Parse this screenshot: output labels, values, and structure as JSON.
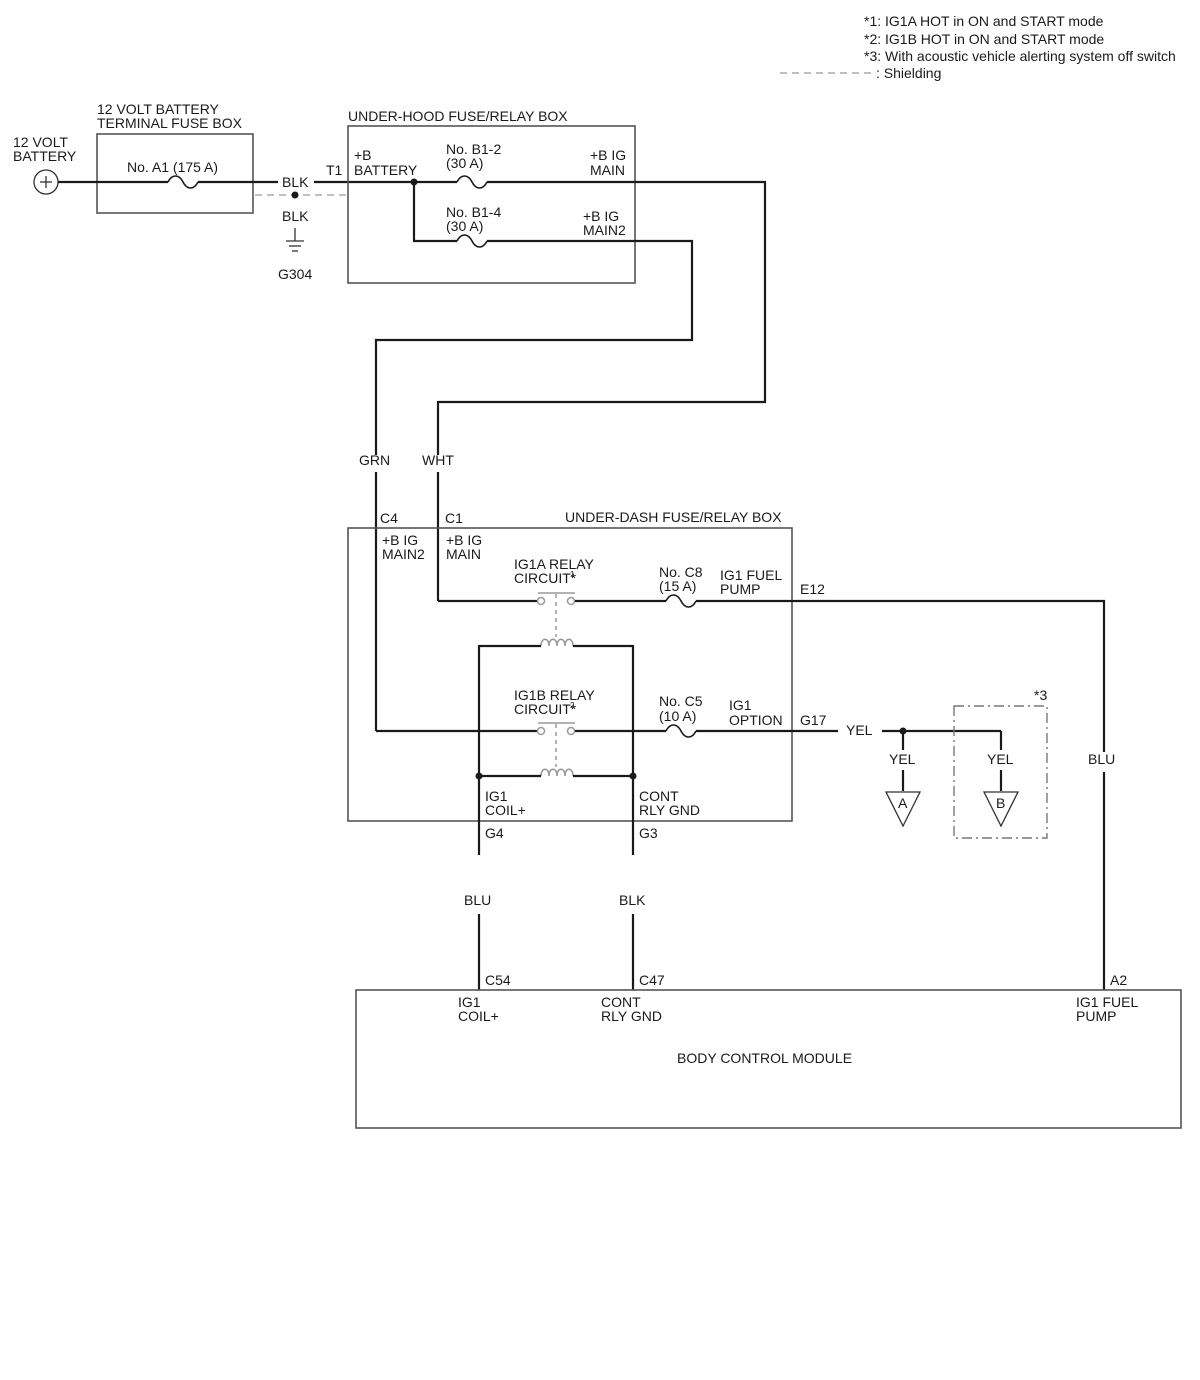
{
  "notes": {
    "n1": "*1: IG1A HOT in ON and START mode",
    "n2": "*2: IG1B HOT in ON and START mode",
    "n3": "*3: With acoustic vehicle alerting system off switch",
    "shielding": ": Shielding"
  },
  "battery": {
    "line1": "12 VOLT",
    "line2": "BATTERY"
  },
  "terminal_fuse_box": {
    "title1": "12 VOLT BATTERY",
    "title2": "TERMINAL FUSE BOX",
    "fuse": "No. A1 (175 A)"
  },
  "ground": {
    "wire_top": "BLK",
    "wire_drop": "BLK",
    "name": "G304"
  },
  "under_hood": {
    "title": "UNDER-HOOD FUSE/RELAY BOX",
    "terminal": "T1",
    "input1": "+B",
    "input2": "BATTERY",
    "fuse1_name": "No. B1-2",
    "fuse1_rating": "(30 A)",
    "out1_line1": "+B IG",
    "out1_line2": "MAIN",
    "fuse2_name": "No. B1-4",
    "fuse2_rating": "(30 A)",
    "out2_line1": "+B IG",
    "out2_line2": "MAIN2"
  },
  "wires": {
    "grn": "GRN",
    "wht": "WHT",
    "yel_main": "YEL",
    "yel_a": "YEL",
    "yel_b": "YEL",
    "blu_right": "BLU",
    "blu": "BLU",
    "blk": "BLK"
  },
  "under_dash": {
    "title": "UNDER-DASH FUSE/RELAY BOX",
    "c4": "C4",
    "c1": "C1",
    "in_main2_l1": "+B IG",
    "in_main2_l2": "MAIN2",
    "in_main_l1": "+B IG",
    "in_main_l2": "MAIN",
    "relay1_l1": "IG1A RELAY",
    "relay1_l2": "CIRCUIT*",
    "relay1_sup": "1",
    "fuse_c8_name": "No. C8",
    "fuse_c8_rating": "(15 A)",
    "out_fuel_l1": "IG1 FUEL",
    "out_fuel_l2": "PUMP",
    "e12": "E12",
    "relay2_l1": "IG1B RELAY",
    "relay2_l2": "CIRCUIT*",
    "relay2_sup": "2",
    "fuse_c5_name": "No. C5",
    "fuse_c5_rating": "(10 A)",
    "out_option_l1": "IG1",
    "out_option_l2": "OPTION",
    "g17": "G17",
    "coil_l1": "IG1",
    "coil_l2": "COIL+",
    "gnd_l1": "CONT",
    "gnd_l2": "RLY GND",
    "g4": "G4",
    "g3": "G3"
  },
  "option": {
    "marker": "*3",
    "conn_a": "A",
    "conn_b": "B"
  },
  "bcm": {
    "title": "BODY CONTROL MODULE",
    "c54": "C54",
    "c47": "C47",
    "a2": "A2",
    "coil_l1": "IG1",
    "coil_l2": "COIL+",
    "gnd_l1": "CONT",
    "gnd_l2": "RLY GND",
    "fuel_l1": "IG1 FUEL",
    "fuel_l2": "PUMP"
  }
}
